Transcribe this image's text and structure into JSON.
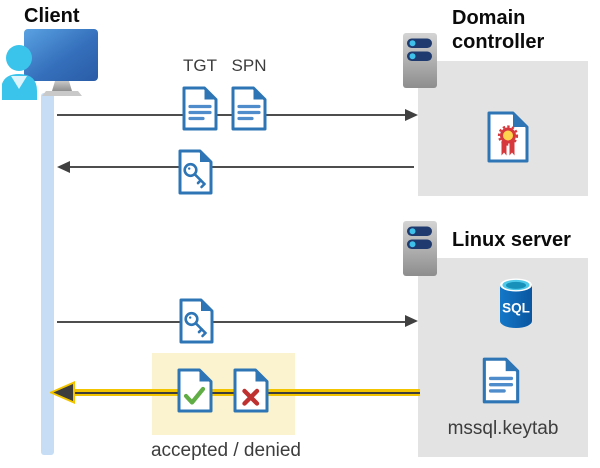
{
  "client": {
    "label": "Client"
  },
  "domain_controller": {
    "title": "Domain controller"
  },
  "linux_server": {
    "title": "Linux server",
    "sql_label": "SQL",
    "keytab_label": "mssql.keytab"
  },
  "messages": {
    "tgt_label": "TGT",
    "spn_label": "SPN",
    "result_label": "accepted / denied"
  },
  "icons": [
    "client-computer-icon",
    "user-icon",
    "monitor-icon",
    "server-icon",
    "ticket-document-icon",
    "key-document-icon",
    "certificate-icon",
    "sql-database-icon",
    "keytab-document-icon",
    "accepted-document-icon",
    "denied-document-icon",
    "arrow-right-icon",
    "arrow-left-icon",
    "highlight-arrow-left-icon"
  ],
  "colors": {
    "doc_blue": "#2E75B6",
    "doc_line_blue": "#4F8CCC",
    "person_cyan": "#3AC4EC",
    "timeline_blue": "#C7DDF6",
    "box_gray": "#E3E3E3",
    "arrow_gray": "#404040",
    "highlight_yellow": "#FBF3CF",
    "arrow_yellow": "#F2C400",
    "accepted_green": "#5FAD44",
    "denied_red": "#BF3030",
    "seal_red": "#D6383C",
    "seal_yellow": "#FFD34D",
    "server_navy": "#1E3A6E",
    "sql_blue": "#1068B0"
  }
}
